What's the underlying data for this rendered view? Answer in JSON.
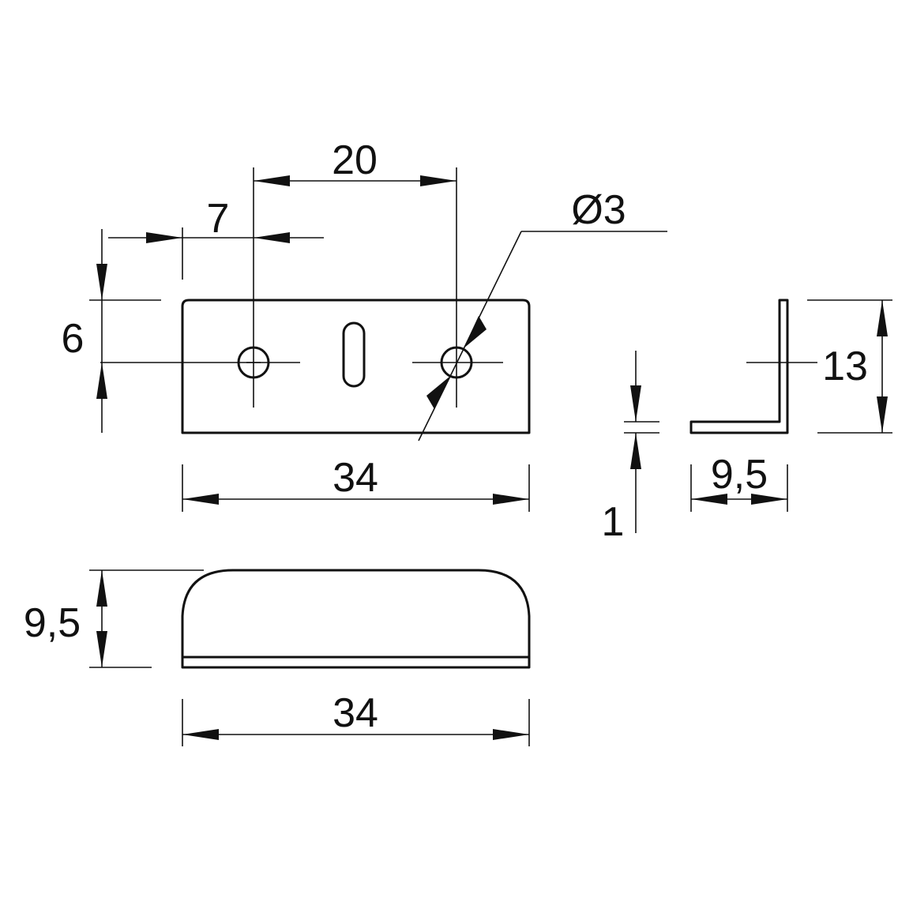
{
  "front_view": {
    "dim_hole_spacing": "20",
    "dim_edge_to_hole": "7",
    "dim_hole_diameter": "Ø3",
    "dim_hole_height": "6",
    "dim_length": "34"
  },
  "side_view": {
    "dim_height": "13",
    "dim_depth": "9,5",
    "dim_thickness": "1"
  },
  "top_view": {
    "dim_depth": "9,5",
    "dim_length": "34"
  }
}
